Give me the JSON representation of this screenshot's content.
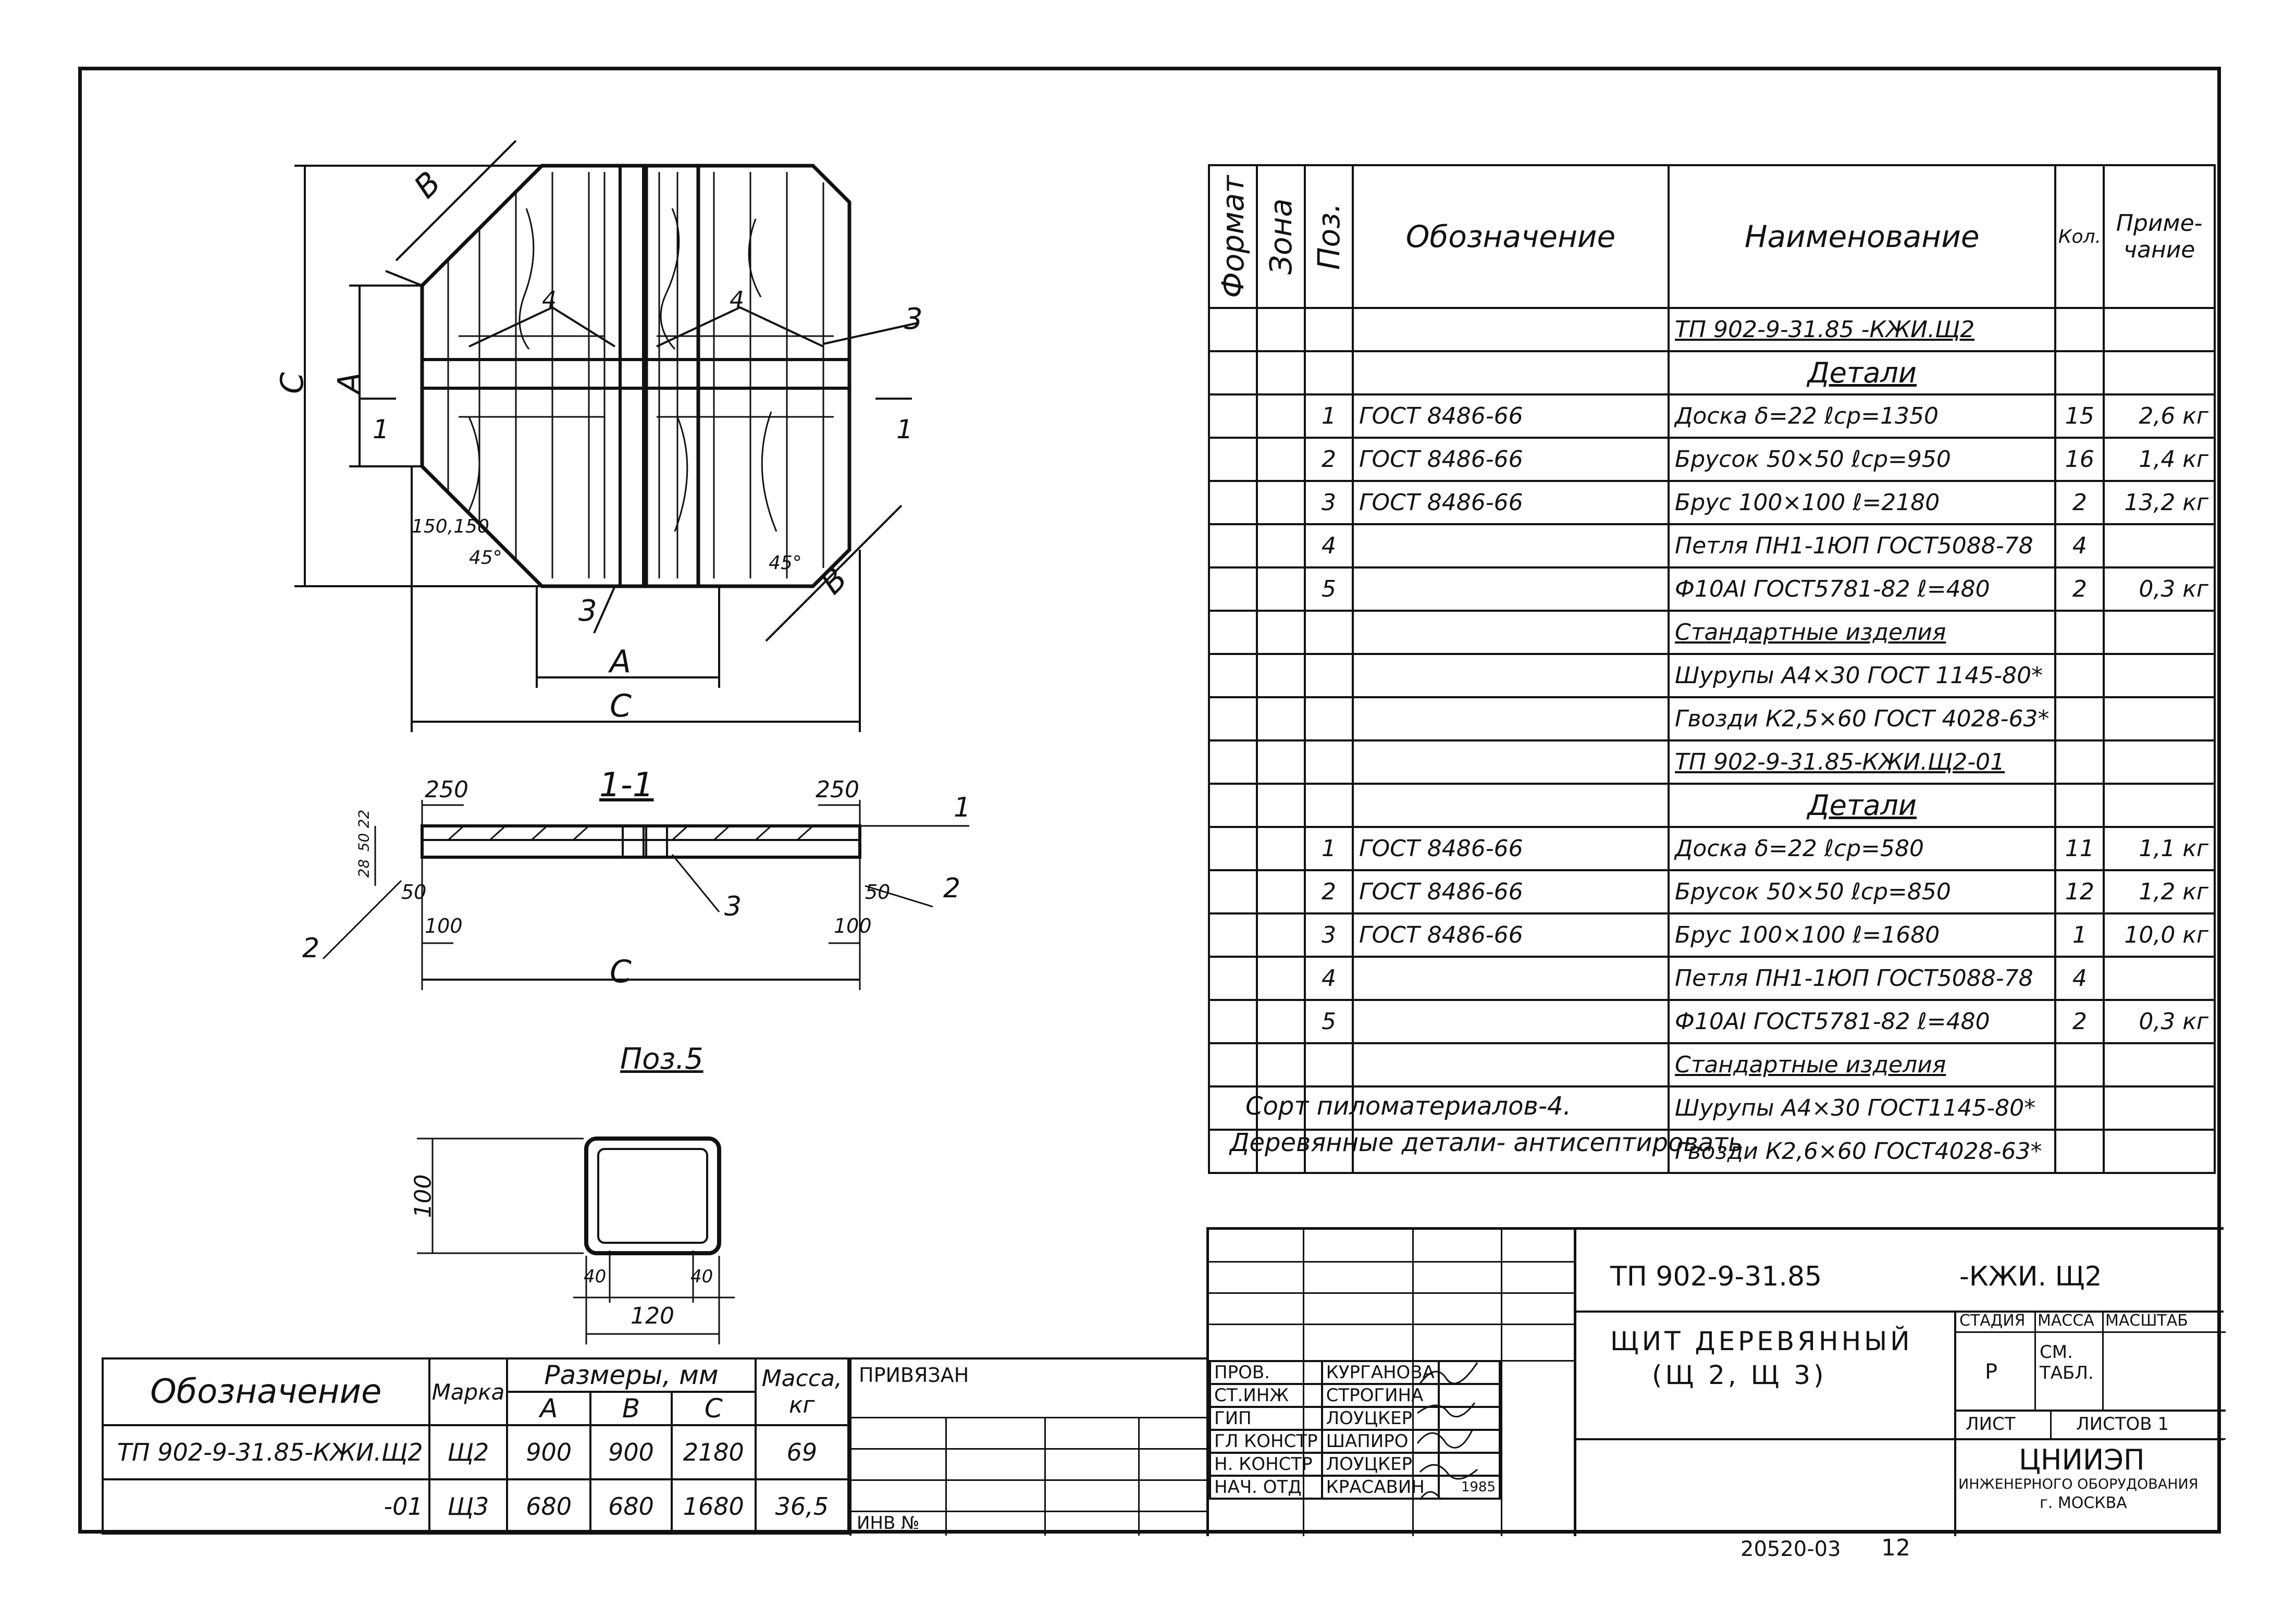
{
  "drawing": {
    "dim_b": "B",
    "dim_a": "A",
    "dim_c": "C",
    "pos3": "3",
    "pos4": "4",
    "cut_mark": "1",
    "dims_150": "150,150",
    "angle_45": "45°",
    "section_title": "1-1",
    "d250": "250",
    "d50": "50",
    "d100": "100",
    "d28": "28",
    "d50b": "50",
    "d22": "22",
    "pos1": "1",
    "pos2": "2",
    "poz5_title": "Поз.5",
    "poz5_h": "100",
    "poz5_w": "120",
    "poz5_40": "40"
  },
  "spec": {
    "headers": {
      "format": "Формат",
      "zone": "Зона",
      "pos": "Поз.",
      "designation": "Обозначение",
      "name": "Наименование",
      "qty": "Кол.",
      "note": "Приме-чание"
    },
    "rows": [
      {
        "pos": "",
        "des": "",
        "name": "ТП 902-9-31.85 -КЖИ.Щ2",
        "qty": "",
        "note": "",
        "style": "uline"
      },
      {
        "pos": "",
        "des": "",
        "name": "Детали",
        "qty": "",
        "note": "",
        "style": "head"
      },
      {
        "pos": "1",
        "des": "ГОСТ 8486-66",
        "name": "Доска δ=22 ℓср=1350",
        "qty": "15",
        "note": "2,6 кг",
        "style": ""
      },
      {
        "pos": "2",
        "des": "ГОСТ 8486-66",
        "name": "Брусок 50×50 ℓср=950",
        "qty": "16",
        "note": "1,4 кг",
        "style": ""
      },
      {
        "pos": "3",
        "des": "ГОСТ 8486-66",
        "name": "Брус 100×100 ℓ=2180",
        "qty": "2",
        "note": "13,2 кг",
        "style": ""
      },
      {
        "pos": "4",
        "des": "",
        "name": "Петля ПН1-1ЮП ГОСТ5088-78",
        "qty": "4",
        "note": "",
        "style": ""
      },
      {
        "pos": "5",
        "des": "",
        "name": "Ф10АI ГОСТ5781-82 ℓ=480",
        "qty": "2",
        "note": "0,3 кг",
        "style": ""
      },
      {
        "pos": "",
        "des": "",
        "name": "Стандартные изделия",
        "qty": "",
        "note": "",
        "style": "uline"
      },
      {
        "pos": "",
        "des": "",
        "name": "Шурупы А4×30 ГОСТ 1145-80*",
        "qty": "",
        "note": "",
        "style": ""
      },
      {
        "pos": "",
        "des": "",
        "name": "Гвозди К2,5×60 ГОСТ 4028-63*",
        "qty": "",
        "note": "",
        "style": ""
      },
      {
        "pos": "",
        "des": "",
        "name": "ТП 902-9-31.85-КЖИ.Щ2-01",
        "qty": "",
        "note": "",
        "style": "uline"
      },
      {
        "pos": "",
        "des": "",
        "name": "Детали",
        "qty": "",
        "note": "",
        "style": "head"
      },
      {
        "pos": "1",
        "des": "ГОСТ 8486-66",
        "name": "Доска δ=22 ℓср=580",
        "qty": "11",
        "note": "1,1 кг",
        "style": ""
      },
      {
        "pos": "2",
        "des": "ГОСТ 8486-66",
        "name": "Брусок 50×50 ℓср=850",
        "qty": "12",
        "note": "1,2 кг",
        "style": ""
      },
      {
        "pos": "3",
        "des": "ГОСТ 8486-66",
        "name": "Брус 100×100 ℓ=1680",
        "qty": "1",
        "note": "10,0 кг",
        "style": ""
      },
      {
        "pos": "4",
        "des": "",
        "name": "Петля ПН1-1ЮП ГОСТ5088-78",
        "qty": "4",
        "note": "",
        "style": ""
      },
      {
        "pos": "5",
        "des": "",
        "name": "Ф10АI ГОСТ5781-82 ℓ=480",
        "qty": "2",
        "note": "0,3 кг",
        "style": ""
      },
      {
        "pos": "",
        "des": "",
        "name": "Стандартные изделия",
        "qty": "",
        "note": "",
        "style": "uline"
      },
      {
        "pos": "",
        "des": "",
        "name": "Шурупы А4×30 ГОСТ1145-80*",
        "qty": "",
        "note": "",
        "style": ""
      },
      {
        "pos": "",
        "des": "",
        "name": "Гвозди К2,6×60 ГОСТ4028-63*",
        "qty": "",
        "note": "",
        "style": ""
      }
    ]
  },
  "notes": {
    "line1": "Сорт пиломатериалов-4.",
    "line2": "Деревянные детали- антисептировать"
  },
  "sizes": {
    "h_designation": "Обозначение",
    "h_mark": "Марка",
    "h_sizes": "Размеры, мм",
    "h_a": "А",
    "h_b": "В",
    "h_c": "С",
    "h_mass": "Масса, кг",
    "rows": [
      {
        "des": "ТП 902-9-31.85-КЖИ.Щ2",
        "mark": "Щ2",
        "a": "900",
        "b": "900",
        "c": "2180",
        "mass": "69"
      },
      {
        "des": "-01",
        "mark": "Щ3",
        "a": "680",
        "b": "680",
        "c": "1680",
        "mass": "36,5"
      }
    ]
  },
  "privyazan": "ПРИВЯЗАН",
  "inv": "ИНВ №",
  "titleblock": {
    "code": "ТП 902-9-31.85",
    "suffix": "-КЖИ. Щ2",
    "title1": "ЩИТ ДЕРЕВЯННЫЙ",
    "title2": "(Щ 2, Щ 3)",
    "stage_h": "СТАДИЯ",
    "mass_h": "МАССА",
    "scale_h": "МАСШТАБ",
    "stage": "Р",
    "mass": "СМ. ТАБЛ.",
    "sheet": "ЛИСТ",
    "sheets": "ЛИСТОВ 1",
    "org1": "ЦНИИЭП",
    "org2": "ИНЖЕНЕРНОГО ОБОРУДОВАНИЯ",
    "org3": "г. МОСКВА",
    "staff": [
      {
        "role": "ПРОВ.",
        "name": "КУРГАНОВА"
      },
      {
        "role": "СТ.ИНЖ",
        "name": "СТРОГИНА"
      },
      {
        "role": "ГИП",
        "name": "ЛОУЦКЕР"
      },
      {
        "role": "ГЛ КОНСТР",
        "name": "ШАПИРО"
      },
      {
        "role": "Н. КОНСТР",
        "name": "ЛОУЦКЕР"
      },
      {
        "role": "НАЧ. ОТД",
        "name": "КРАСАВИН"
      }
    ],
    "date": "1985"
  },
  "footer": {
    "number": "20520-03",
    "page": "12"
  }
}
